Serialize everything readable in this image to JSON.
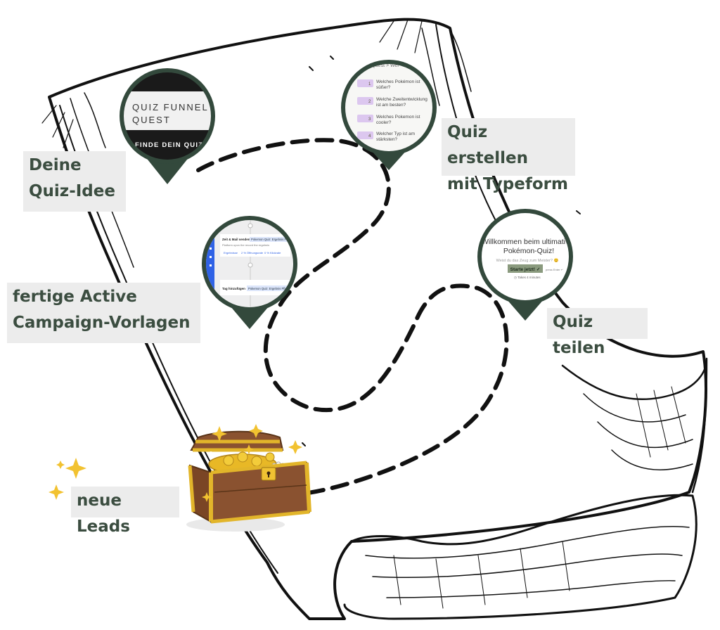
{
  "labels": {
    "step1": [
      "Deine",
      "Quiz-Idee"
    ],
    "step2": [
      "Quiz erstellen",
      "mit Typeform"
    ],
    "step3": [
      "fertige Active",
      "Campaign-Vorlagen"
    ],
    "step4": "Quiz teilen",
    "goal": "neue Leads"
  },
  "pin1": {
    "line1": "QUIZ FUNNEL",
    "line2": "QUEST",
    "banner": "FINDE DEIN QUIZ-T"
  },
  "pin2": {
    "breadcrumb": "Funnel Quest  >  Wel",
    "questions": [
      {
        "num": "1",
        "text1": "Welches Pokémon ist",
        "text2": "süßer?"
      },
      {
        "num": "2",
        "text1": "Welche Zweitentwicklung",
        "text2": "ist am besten?"
      },
      {
        "num": "3",
        "text1": "Welches Pokemon ist",
        "text2": "cooler?"
      },
      {
        "num": "4",
        "text1": "Welcher Typ ist am",
        "text2": "stärksten?"
      }
    ]
  },
  "pin3": {
    "row1_title": "Zeit & Mail senden",
    "row1_tag": "Pokemon Quiz: Ergebnis Pflo...",
    "row1_sub": "Platform upon the record the ergebnis",
    "row1_actions": [
      "Ergebnisse",
      "2 % Öffnungsrate",
      "0 % Klickrate"
    ],
    "row2_title": "Tag hinzufügen",
    "row2_tag": "Pokemon Quiz: Ergebnis Pflo..."
  },
  "pin4": {
    "title1": "Willkommen beim ultimative",
    "title2": "Pokémon-Quiz!",
    "subtitle": "Weist du das Zeug zum Meister? 😊",
    "button": "Starte jetzt! ✓",
    "hint": "press Enter ↵",
    "time": "◷ Takes 4 minutes"
  },
  "colors": {
    "pin_border": "#33493c",
    "label_bg": "#ececec",
    "label_text": "#3b4d40",
    "path": "#111111",
    "chest_wood": "#8a5230",
    "chest_gold": "#e2b52a",
    "sparkle": "#f2c230"
  }
}
